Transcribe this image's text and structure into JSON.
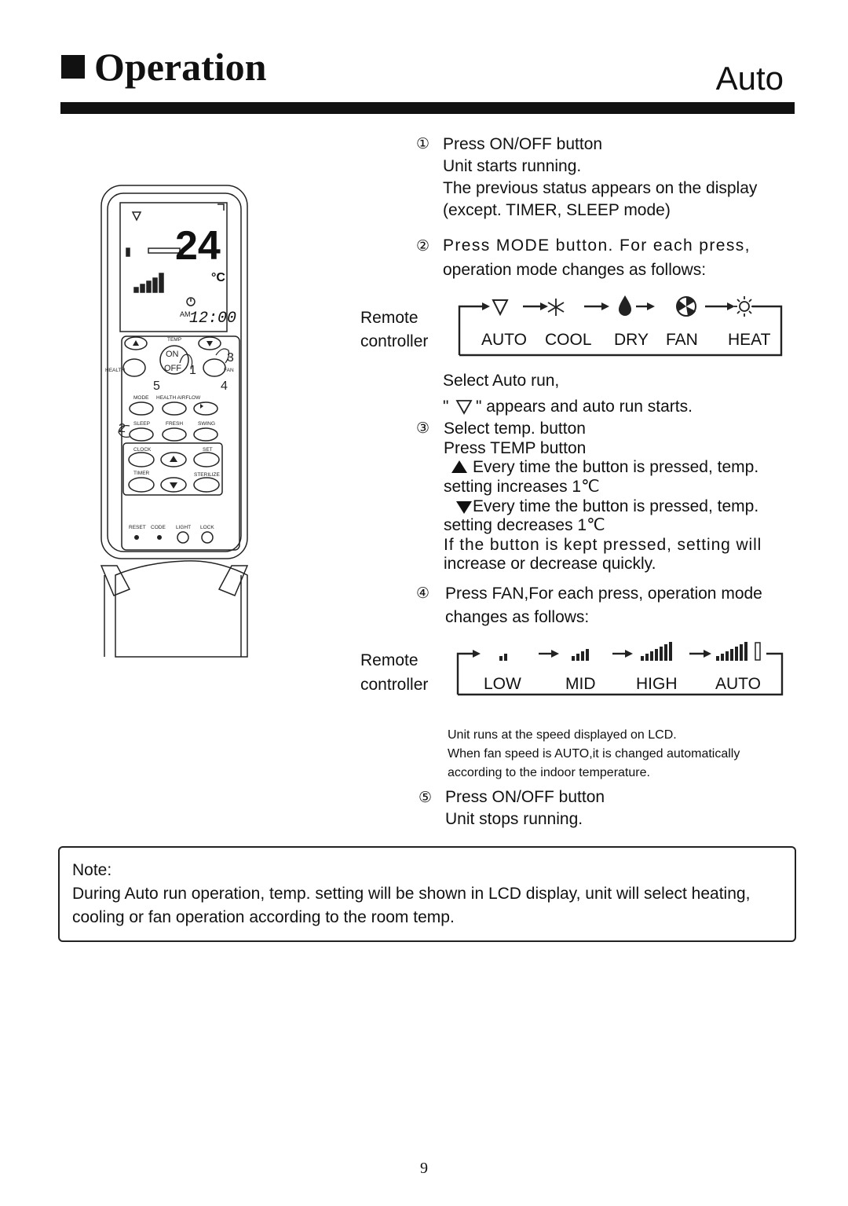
{
  "header": {
    "title": "Operation",
    "subtitle": "Auto"
  },
  "remote": {
    "temp_value": "24",
    "temp_unit": "°C",
    "clock_ampm": "AM",
    "clock_time": "12:00",
    "labels": {
      "temp": "TEMP",
      "on": "ON",
      "off": "OFF",
      "health": "HEALTH",
      "fan": "FAN",
      "mode": "MODE",
      "health_airflow": "HEALTH AIRFLOW",
      "sleep": "SLEEP",
      "fresh": "FRESH",
      "swing": "SWING",
      "clock": "CLOCK",
      "set": "SET",
      "timer": "TIMER",
      "sterilize": "STERILIZE",
      "reset": "RESET",
      "code": "CODE",
      "light": "LIGHT",
      "lock": "LOCK"
    },
    "callouts": [
      "1",
      "2",
      "3",
      "4",
      "5"
    ]
  },
  "steps": {
    "s1": {
      "num": "①",
      "lines": [
        "Press ON/OFF button",
        "Unit starts running.",
        "The previous status appears on the  display",
        "(except. TIMER, SLEEP mode)"
      ]
    },
    "s2": {
      "num": "②",
      "lines": [
        "Press MODE button. For each press,",
        "operation mode changes as follows:"
      ]
    },
    "mode_sequence": {
      "remote_label": "Remote",
      "controller_label": "controller",
      "modes": [
        "AUTO",
        "COOL",
        "DRY",
        "FAN",
        "HEAT"
      ]
    },
    "select_auto": {
      "line1": "Select Auto run,",
      "line2_pre": "\"",
      "line2_post": "\" appears and auto run starts."
    },
    "s3": {
      "num": "③",
      "lines": [
        "Select temp. button",
        "Press TEMP button",
        "Every time the button is pressed, temp.",
        "setting increases 1℃",
        "Every time the button is pressed, temp.",
        "setting decreases 1℃",
        "If the button is kept pressed, setting will",
        "increase or decrease quickly."
      ]
    },
    "s4": {
      "num": "④",
      "lines": [
        "Press FAN,For each press, operation mode",
        "changes as follows:"
      ]
    },
    "fan_sequence": {
      "remote_label": "Remote",
      "controller_label": "controller",
      "speeds": [
        "LOW",
        "MID",
        "HIGH",
        "AUTO"
      ]
    },
    "fan_notes": [
      "Unit runs at the speed displayed on LCD.",
      "When fan speed is AUTO,it is changed automatically",
      "according to the indoor temperature."
    ],
    "s5": {
      "num": "⑤",
      "lines": [
        "Press ON/OFF button",
        "Unit stops running."
      ]
    }
  },
  "note": {
    "heading": "Note:",
    "lines": [
      "During Auto run operation, temp. setting will be shown in LCD display, unit will select heating,",
      "cooling or fan operation according to the room temp."
    ]
  },
  "page_number": "9"
}
